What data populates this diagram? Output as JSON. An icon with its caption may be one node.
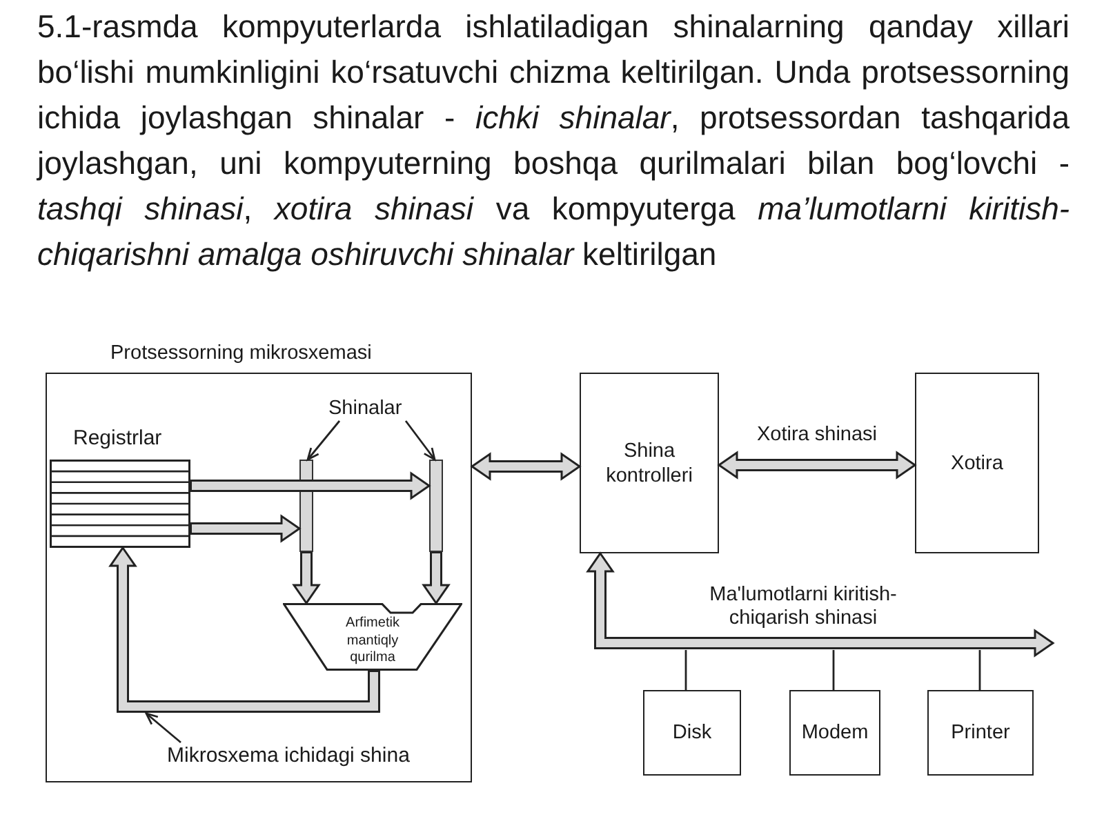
{
  "diagram": {
    "caption": "5.1-rasmda kompyuterlarda ishlatiladigan shinalarning qanday xillari bo‘lishi mumkinligini ko‘rsatuvchi chizma keltirilgan. Unda protsessorning ichida joylashgan shinalar - *ichki shinalar*, protsessordan tashqarida joylashgan, uni kompyuterning boshqa qurilmalari bilan bog‘lovchi - *tashqi shinasi*, *xotira shinasi* va kompyuterga *ma’lumotlarni kiritish-chiqarishni amalga oshiruvchi shinalar* keltirilgan",
    "nodes": [
      {
        "text": [
          "Protsessorning mikrosxemasi"
        ]
      },
      {
        "text": [
          "Shinalar"
        ],
        "in": 0
      },
      {
        "text": [
          "Registrlar"
        ],
        "in": 0
      },
      {
        "text": [],
        "shape": "bar",
        "in": 0
      },
      {
        "text": [],
        "shape": "bar",
        "in": 0
      },
      {
        "text": [
          "Arfimetik mantiqly qurilma"
        ],
        "in": 0
      },
      {
        "text": [
          "Mikrosxema ichidagi shina"
        ],
        "in": 0
      },
      {
        "text": [
          "Shina kontrolleri"
        ]
      },
      {
        "text": [
          "Xotira"
        ]
      },
      {
        "text": [
          "Disk"
        ]
      },
      {
        "text": [
          "Modem"
        ]
      },
      {
        "text": [
          "Printer"
        ]
      }
    ],
    "edges": [
      {
        "from": 1,
        "to": 3,
        "arrow": "to",
        "color": "#222222"
      },
      {
        "from": 1,
        "to": 4,
        "arrow": "to",
        "color": "#222222"
      },
      {
        "from": 2,
        "to": 4,
        "arrow": "to"
      },
      {
        "from": 2,
        "to": 3,
        "arrow": "to"
      },
      {
        "from": 3,
        "to": 5,
        "arrow": "to"
      },
      {
        "from": 4,
        "to": 5,
        "arrow": "to"
      },
      {
        "from": 5,
        "to": 2,
        "arrow": "to"
      },
      {
        "from": 6,
        "to": null,
        "arrow": "to",
        "color": "#222222"
      },
      {
        "from": 0,
        "to": 7,
        "arrow": "both"
      },
      {
        "from": 7,
        "to": 8,
        "arrow": "both",
        "label": "Xotira shinasi"
      },
      {
        "from": 7,
        "to": null,
        "arrow": "both",
        "label": "Ma'lumotlarni kiritish-chiqarish shinasi"
      },
      {
        "from": 9,
        "to": 7,
        "arrow": "to"
      },
      {
        "from": 10,
        "to": 7,
        "arrow": "to"
      },
      {
        "from": 11,
        "to": 7,
        "arrow": "to"
      }
    ]
  }
}
